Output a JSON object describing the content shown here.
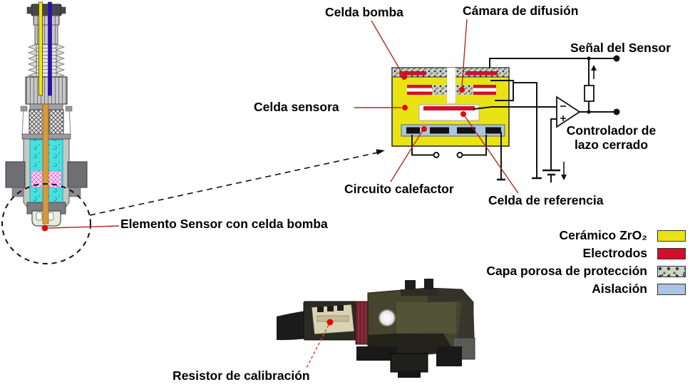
{
  "labels": {
    "celda_bomba": "Celda bomba",
    "camara_de_difusion": "Cámara de difusión",
    "celda_sensora": "Celda sensora",
    "senal_del_sensor": "Señal del Sensor",
    "controlador_lazo_cerrado": "Controlador de\nlazo cerrado",
    "circuito_calefactor": "Circuito calefactor",
    "celda_de_referencia": "Celda de referencia",
    "elemento_sensor": "Elemento Sensor con celda bomba",
    "resistor_de_calibracion": "Resistor de calibración"
  },
  "legend": {
    "items": [
      {
        "label": "Cerámico ZrO₂",
        "color": "#e9e316",
        "style": "solid-yellow"
      },
      {
        "label": "Electrodos",
        "color": "#d40e2a",
        "style": "solid-red"
      },
      {
        "label": "Capa porosa de protección",
        "color": "#ccd3c6",
        "style": "speckled"
      },
      {
        "label": "Aislación",
        "color": "#abc4df",
        "style": "solid-blue"
      }
    ]
  },
  "colors": {
    "ceramic_zro2": "#e9e316",
    "electrodes": "#d40e2a",
    "porous_layer": "#ccd3c6",
    "insulation": "#abc4df",
    "leader_line_red": "#b6281e",
    "circuit_wire": "#111111"
  }
}
